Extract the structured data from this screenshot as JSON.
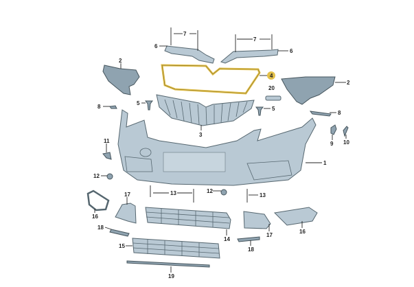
{
  "title": "Front bumper exploded parts diagram",
  "highlight_color": "#e3c04a",
  "bumper_color": "#b9c9d4",
  "callouts": [
    "7",
    "7",
    "6",
    "6",
    "2",
    "4",
    "2",
    "20",
    "5",
    "5",
    "8",
    "8",
    "3",
    "11",
    "9",
    "10",
    "1",
    "12",
    "13",
    "12",
    "13",
    "17",
    "16",
    "18",
    "14",
    "17",
    "16",
    "15",
    "18",
    "19"
  ]
}
